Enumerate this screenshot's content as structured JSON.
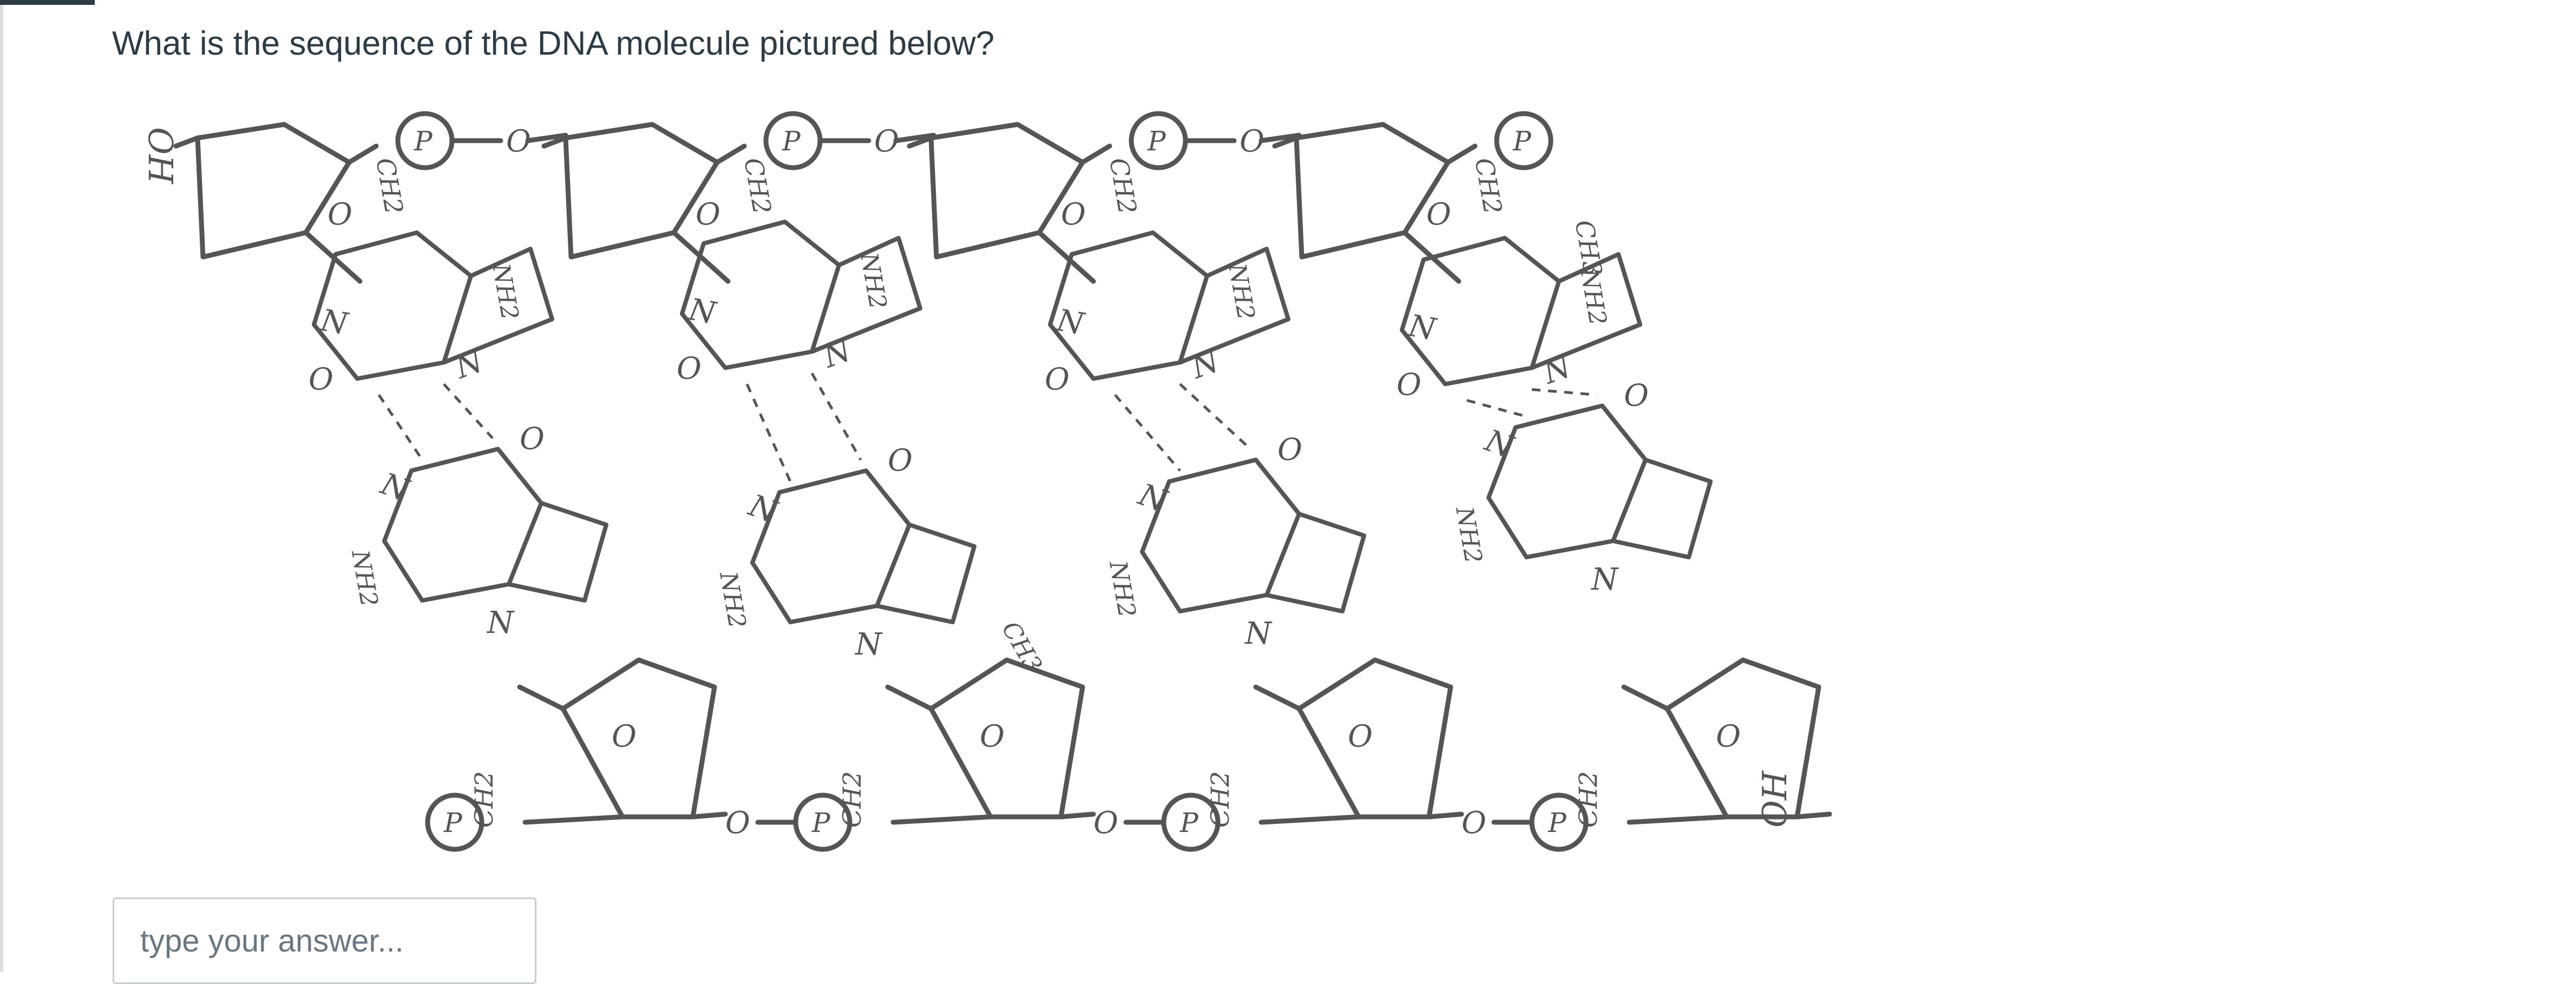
{
  "question": {
    "prompt": "What is the sequence of the DNA molecule pictured below?"
  },
  "figure": {
    "top_strand": {
      "end_label": "OH",
      "sugar_ring_O": "O",
      "ch2_label": "CH2",
      "phosphate_label": "P",
      "linker_O": "O"
    },
    "bottom_strand": {
      "end_label": "OH",
      "sugar_ring_O": "O",
      "ch2_label": "CH2",
      "phosphate_label": "P",
      "linker_O": "O"
    },
    "base_atoms": {
      "nitrogen": "N",
      "oxygen": "O",
      "amine": "NH2",
      "methyl": "CH3"
    }
  },
  "answer": {
    "value": "",
    "placeholder": "type your answer..."
  },
  "colors": {
    "text": "#2d3b45",
    "drawing": "#555555",
    "input_border": "#c7cdd1",
    "placeholder": "#6b7780"
  }
}
